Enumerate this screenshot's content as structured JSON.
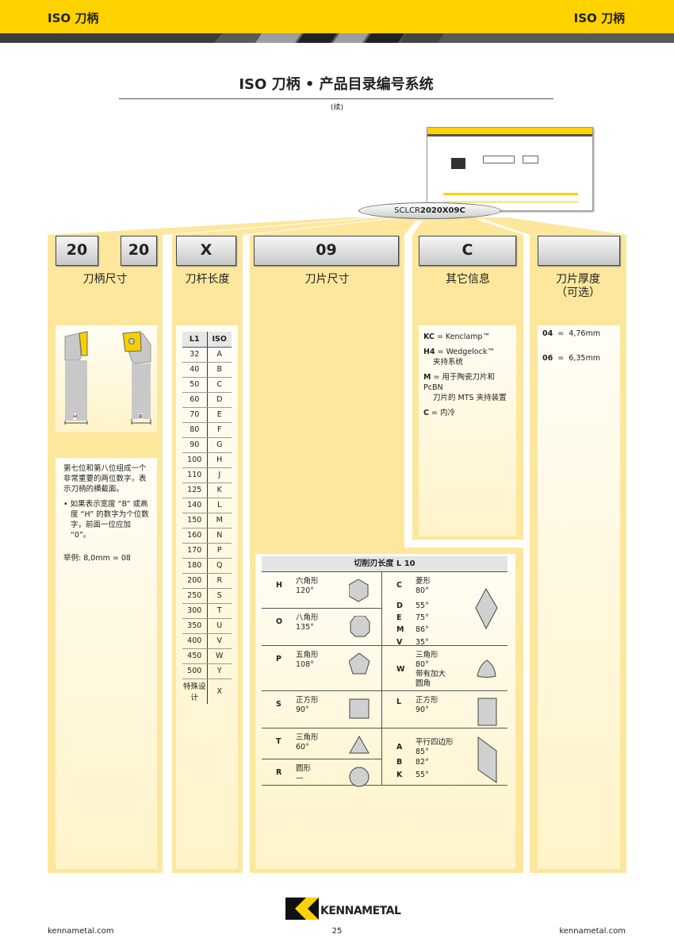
{
  "header": {
    "left": "ISO 刀柄",
    "right": "ISO 刀柄"
  },
  "title": "ISO 刀柄 • 产品目录编号系统",
  "continued": "(续)",
  "callout": {
    "prefix": "SCLCR",
    "bold": "2020X09C"
  },
  "columns": [
    {
      "codes": [
        "20",
        "20"
      ],
      "label": "刀柄尺寸"
    },
    {
      "codes": [
        "X"
      ],
      "label": "刀杆长度"
    },
    {
      "codes": [
        "09"
      ],
      "label": "刀片尺寸"
    },
    {
      "codes": [
        "C"
      ],
      "label": "其它信息"
    },
    {
      "codes": [
        ""
      ],
      "label": "刀片厚度",
      "label2": "（可选）"
    }
  ],
  "shank": {
    "dim_h": "H",
    "dim_b": "B",
    "text": "第七位和第八位组成一个非常重要的两位数字，表示刀柄的横截面。",
    "bullet": "如果表示宽度 “B” 或高度 “H” 的数字为个位数字，前面一位应加 “0”。",
    "example": "举例: 8,0mm = 08"
  },
  "length_table": {
    "headers": [
      "L1",
      "ISO"
    ],
    "rows": [
      [
        "32",
        "A"
      ],
      [
        "40",
        "B"
      ],
      [
        "50",
        "C"
      ],
      [
        "60",
        "D"
      ],
      [
        "70",
        "E"
      ],
      [
        "80",
        "F"
      ],
      [
        "90",
        "G"
      ],
      [
        "100",
        "H"
      ],
      [
        "110",
        "J"
      ],
      [
        "125",
        "K"
      ],
      [
        "140",
        "L"
      ],
      [
        "150",
        "M"
      ],
      [
        "160",
        "N"
      ],
      [
        "170",
        "P"
      ],
      [
        "180",
        "Q"
      ],
      [
        "200",
        "R"
      ],
      [
        "250",
        "S"
      ],
      [
        "300",
        "T"
      ],
      [
        "350",
        "U"
      ],
      [
        "400",
        "V"
      ],
      [
        "450",
        "W"
      ],
      [
        "500",
        "Y"
      ]
    ],
    "special_label": "特殊设计",
    "special_code": "X"
  },
  "other_info": [
    {
      "code": "KC",
      "text": "= Kenclamp™"
    },
    {
      "code": "H4",
      "text": "= Wedgelock™",
      "text2": "夹持系统"
    },
    {
      "code": "M",
      "text": "= 用于陶瓷刀片和 PcBN",
      "text2": "刀片的 MTS 夹持装置"
    },
    {
      "code": "C",
      "text": "= 内冷"
    }
  ],
  "thickness": [
    {
      "code": "04",
      "eq": "=",
      "val": "4,76mm"
    },
    {
      "code": "06",
      "eq": "=",
      "val": "6,35mm"
    }
  ],
  "shapes": {
    "header": "切削刃长度 L 10",
    "left": [
      {
        "code": "H",
        "name": "六角形",
        "angle": "120°"
      },
      {
        "code": "O",
        "name": "八角形",
        "angle": "135°"
      },
      {
        "code": "P",
        "name": "五角形",
        "angle": "108°"
      },
      {
        "code": "S",
        "name": "正方形",
        "angle": "90°"
      },
      {
        "code": "T",
        "name": "三角形",
        "angle": "60°"
      },
      {
        "code": "R",
        "name": "圆形",
        "angle": "—"
      }
    ],
    "rhombic": [
      {
        "code": "C",
        "name": "菱形",
        "angle": "80°"
      },
      {
        "code": "D",
        "angle": "55°"
      },
      {
        "code": "E",
        "angle": "75°"
      },
      {
        "code": "M",
        "angle": "86°"
      },
      {
        "code": "V",
        "angle": "35°"
      }
    ],
    "w": {
      "code": "W",
      "lines": [
        "三角形",
        "80°",
        "带有加大",
        "圆角"
      ]
    },
    "l": {
      "code": "L",
      "name": "正方形",
      "angle": "90°"
    },
    "para": [
      {
        "code": "A",
        "name": "平行四边形",
        "angle": "85°"
      },
      {
        "code": "B",
        "angle": "82°"
      },
      {
        "code": "K",
        "angle": "55°"
      }
    ]
  },
  "footer": {
    "left": "kennametal.com",
    "page": "25",
    "right": "kennametal.com",
    "logo": "KENNAMETAL"
  }
}
